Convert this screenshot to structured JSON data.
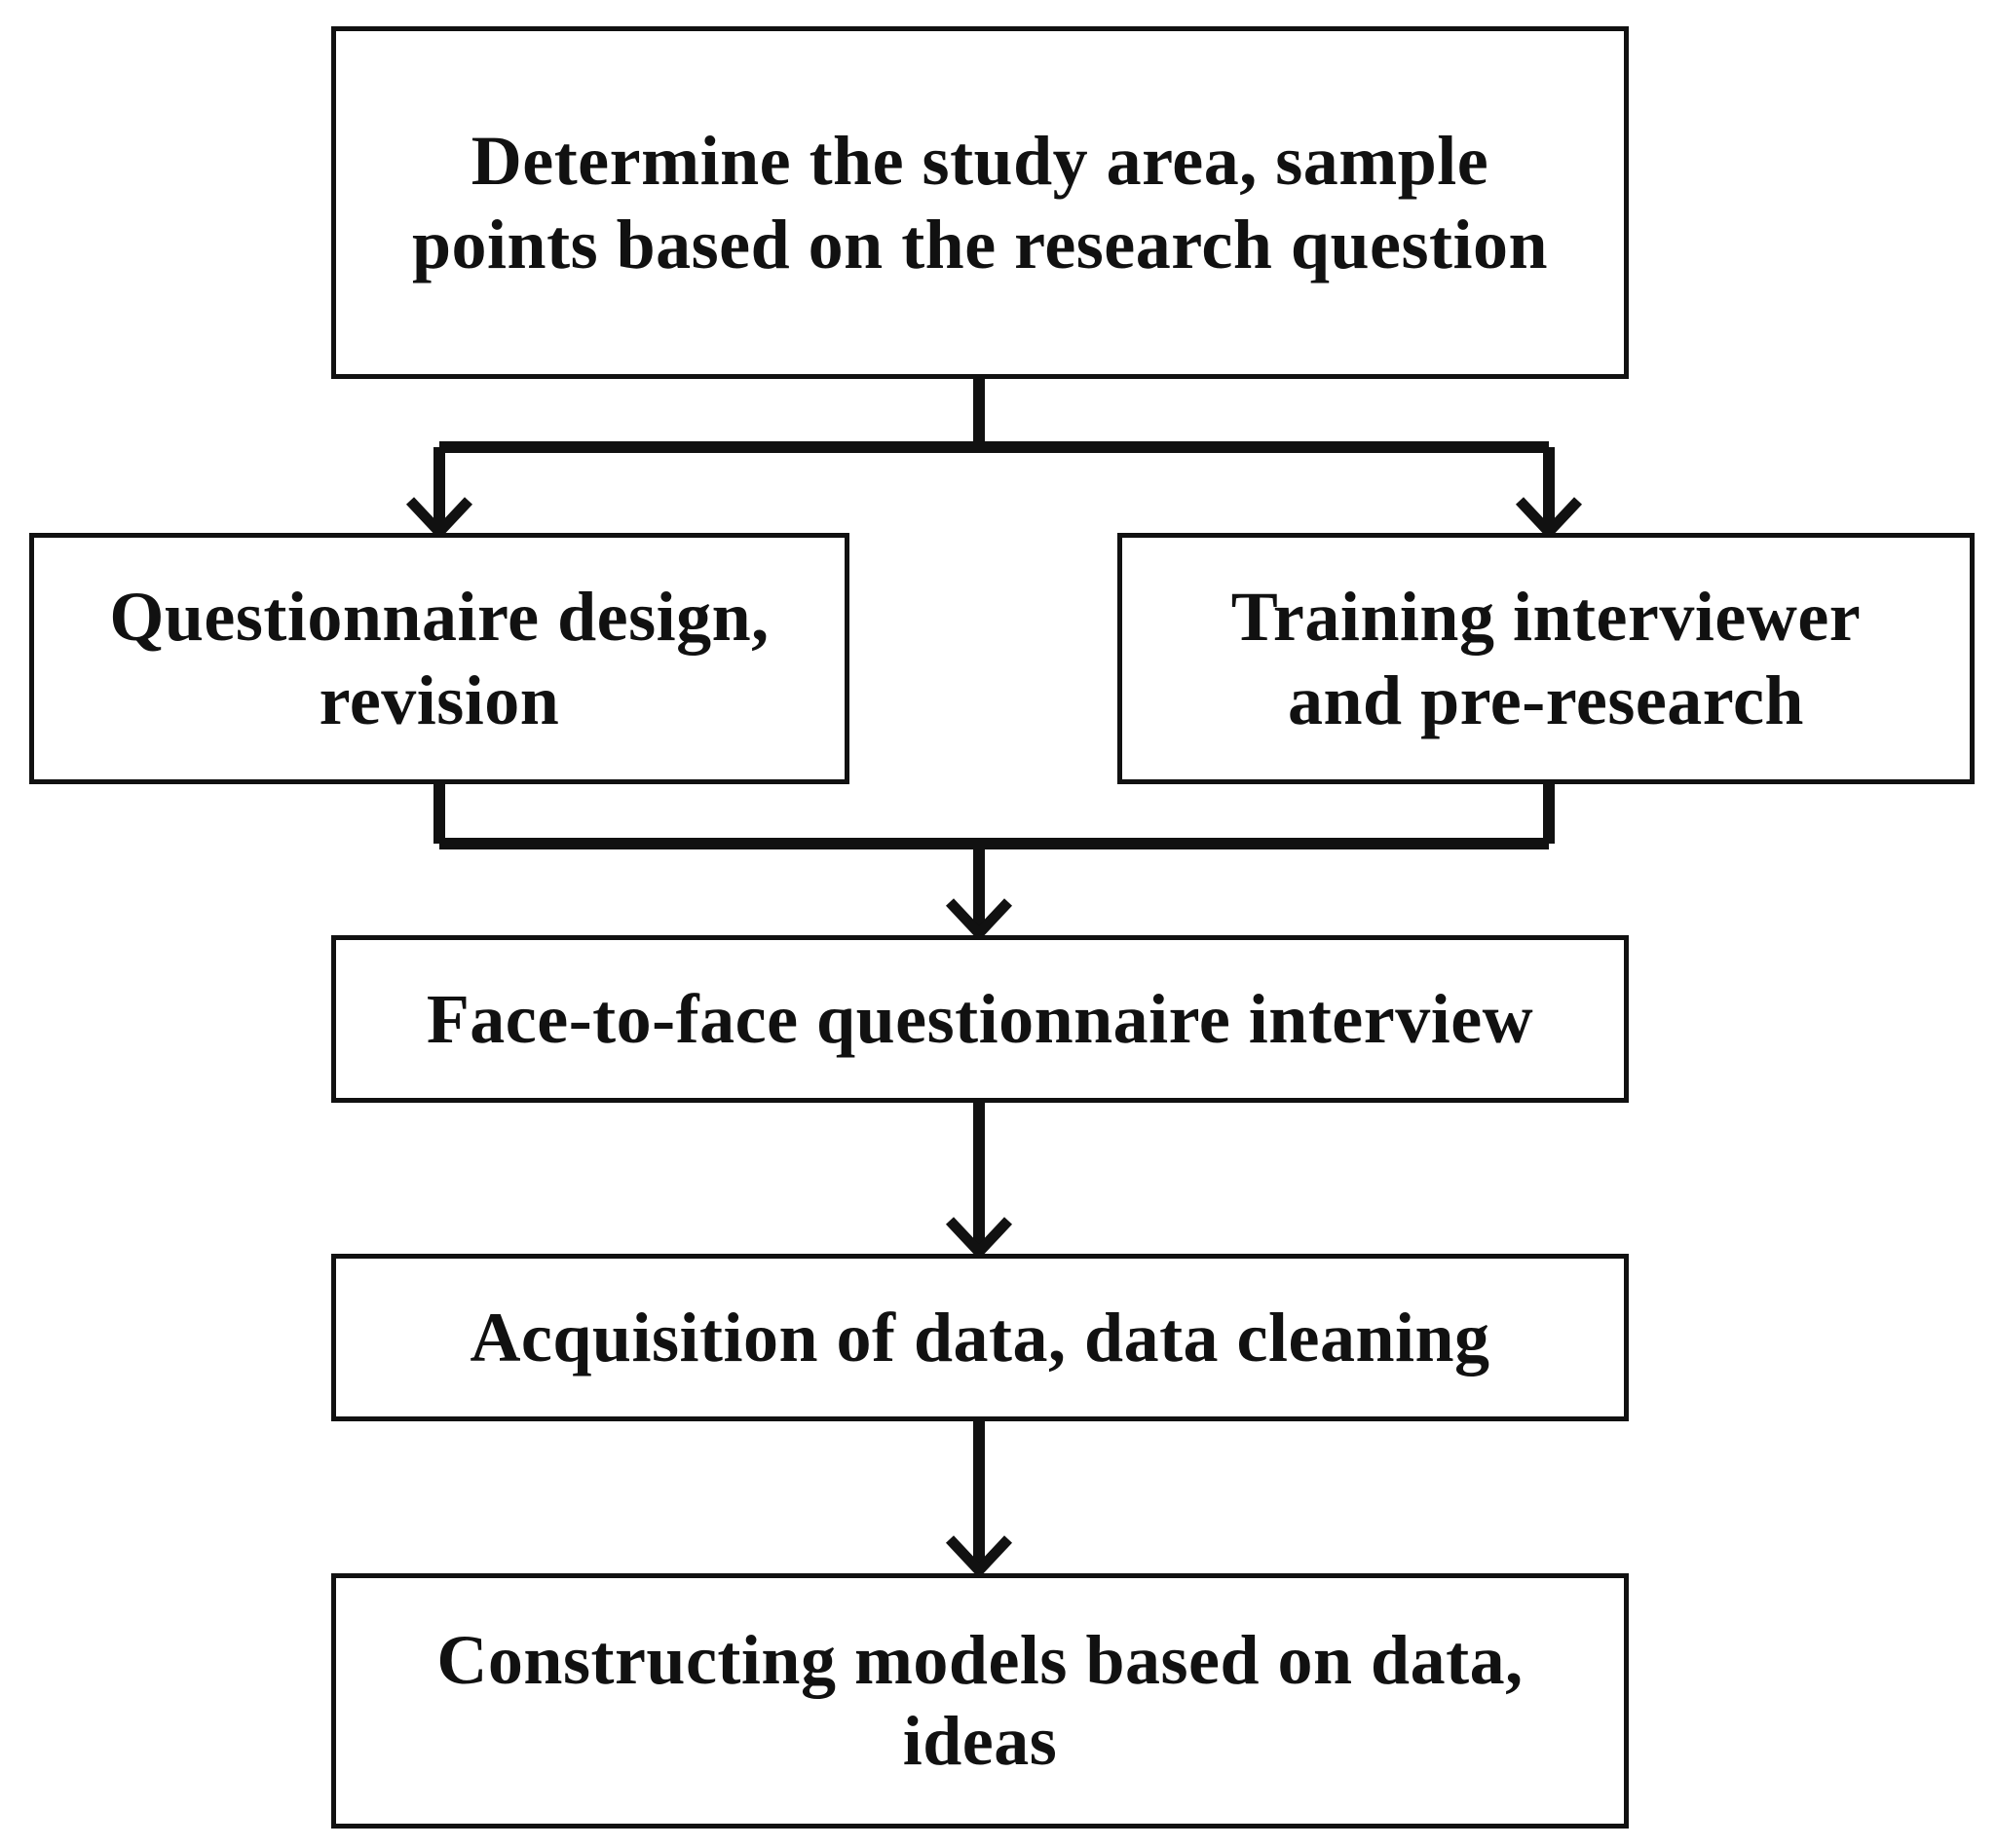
{
  "flowchart": {
    "steps": [
      {
        "id": "step-1",
        "label": "Determine the study area, sample\npoints based on the research question"
      },
      {
        "id": "step-2",
        "label": "Questionnaire design,\nrevision"
      },
      {
        "id": "step-3",
        "label": "Training  interviewer\nand pre-research"
      },
      {
        "id": "step-4",
        "label": "Face-to-face questionnaire interview"
      },
      {
        "id": "step-5",
        "label": "Acquisition of data, data cleaning"
      },
      {
        "id": "step-6",
        "label": "Constructing models based on data,\nideas"
      }
    ],
    "edges": [
      {
        "from": "step-1",
        "to": "step-2"
      },
      {
        "from": "step-1",
        "to": "step-3"
      },
      {
        "from": "step-2",
        "to": "step-4"
      },
      {
        "from": "step-3",
        "to": "step-4"
      },
      {
        "from": "step-4",
        "to": "step-5"
      },
      {
        "from": "step-5",
        "to": "step-6"
      }
    ],
    "colors": {
      "line": "#111111",
      "box_fill": "#ffffff",
      "text": "#111111"
    }
  }
}
